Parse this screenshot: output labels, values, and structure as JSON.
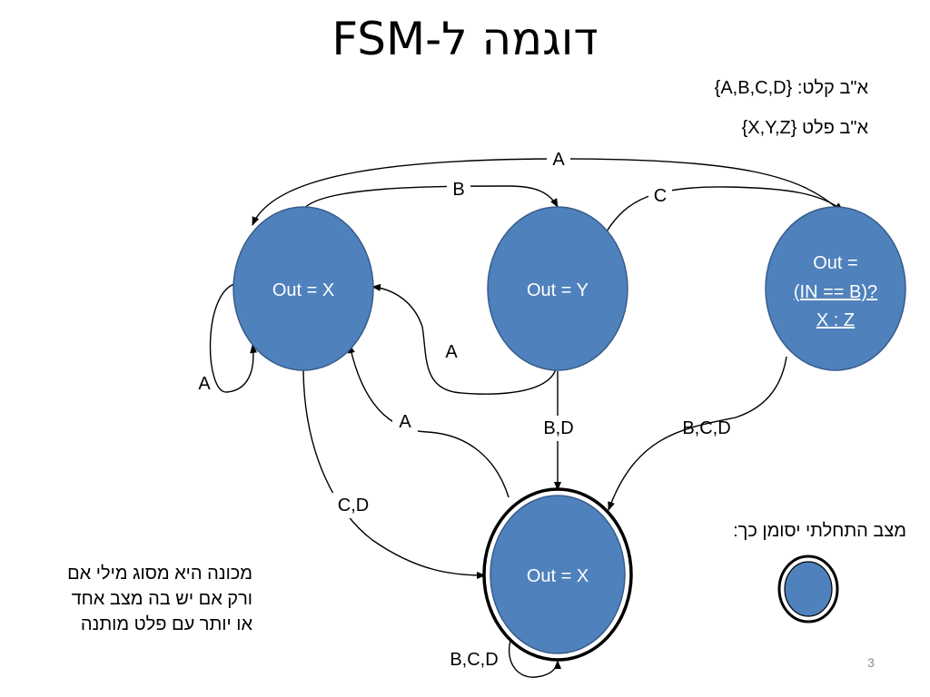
{
  "title": "דוגמה ל-FSM",
  "alphabets": {
    "input": "א\"ב קלט: {A,B,C,D}",
    "output": "א\"ב פלט {X,Y,Z}"
  },
  "states": {
    "x_top": {
      "label": "Out = X"
    },
    "y": {
      "label": "Out = Y"
    },
    "conditional": {
      "line1": "Out =",
      "line2": "(IN == B)?",
      "line3": "X : Z"
    },
    "x_bottom": {
      "label": "Out = X"
    }
  },
  "transitions": {
    "c_to_x_top": "A",
    "x_top_to_y": "B",
    "y_to_c": "C",
    "self_x_top": "A",
    "y_to_x_top": "A",
    "xb_to_x_top": "A",
    "y_to_xb": "B,D",
    "c_to_xb": "B,C,D",
    "x_top_to_xb": "C,D",
    "self_xb": "B,C,D"
  },
  "legend": {
    "label": "מצב התחלתי יסומן כך:"
  },
  "note": {
    "lines": [
      "מכונה היא מסוג מילי אם",
      "ורק אם יש בה מצב אחד",
      "או יותר עם פלט מותנה"
    ]
  },
  "page_number": "3",
  "colors": {
    "state_fill": "#4f81bd",
    "state_stroke": "#385d8a",
    "state_text": "#ffffff"
  }
}
